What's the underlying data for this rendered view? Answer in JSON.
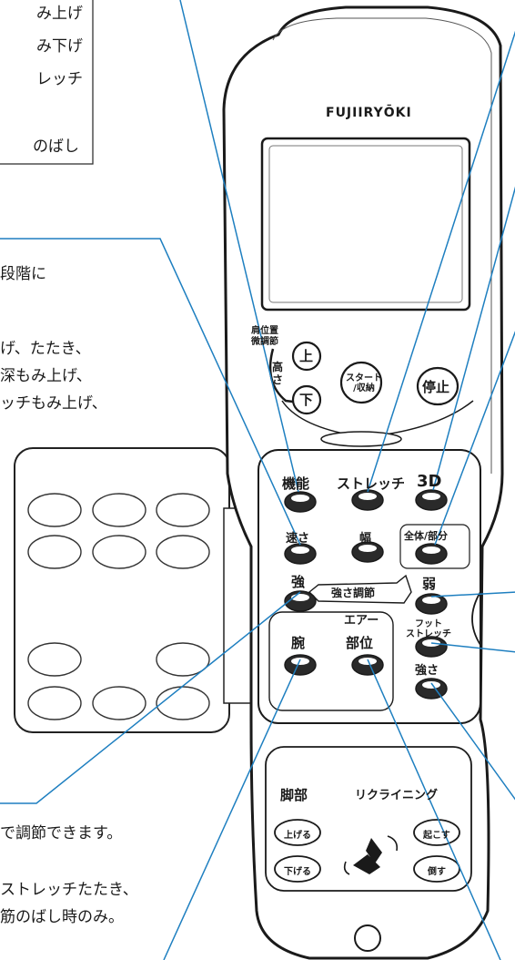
{
  "top_box": {
    "lines": [
      "み上げ",
      "み下げ",
      "レッチ",
      "のばし"
    ]
  },
  "left_text_1": {
    "lines": [
      "段階に",
      "げ、たたき、",
      "深もみ上げ、",
      "ッチもみ上げ、"
    ]
  },
  "bottom_text": {
    "lines": [
      "で調節できます。",
      "ストレッチたたき、",
      "筋のばし時のみ。"
    ]
  },
  "remote": {
    "brand": "FUJIIRYŌKI",
    "shoulder_adjust": "肩位置\n微調節",
    "height": "高\nさ",
    "up": "上",
    "down": "下",
    "start": "スタート\n/収納",
    "stop": "停止",
    "function": "機能",
    "stretch": "ストレッチ",
    "three_d": "3D",
    "speed": "速さ",
    "width": "幅",
    "whole_part": "全体/部分",
    "strong": "強",
    "strength_adjust": "強さ調節",
    "weak": "弱",
    "air": "エアー",
    "arm": "腕",
    "part": "部位",
    "foot_stretch": "フット\nストレッチ",
    "strength": "強さ",
    "leg": "脚部",
    "recline": "リクライニング",
    "raise": "上げる",
    "lower": "下げる",
    "rise": "起こす",
    "tilt": "倒す"
  },
  "colors": {
    "leader_line": "#1e7fc0",
    "ink": "#1a1a1a",
    "button_fill": "#2a2a2a"
  }
}
